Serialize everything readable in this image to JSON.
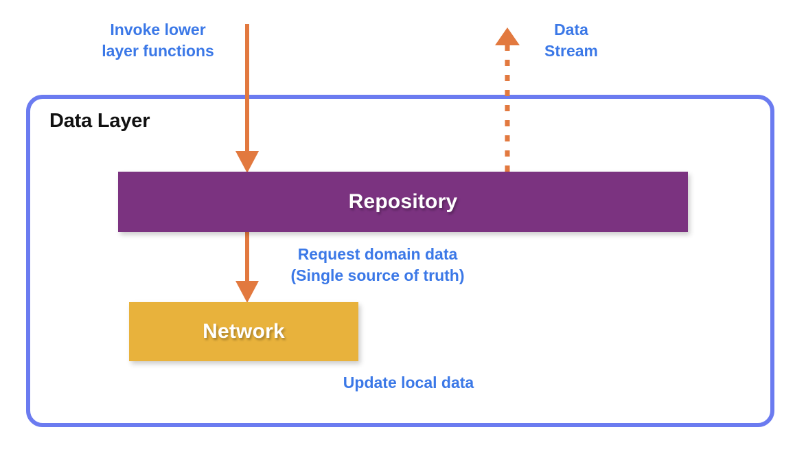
{
  "diagram": {
    "title": "Data Layer",
    "container": {
      "label": "Data Layer",
      "border_color": "#6b7bf0"
    },
    "boxes": [
      {
        "name": "repository",
        "label": "Repository",
        "color": "#7b3380",
        "text_color": "#ffffff"
      },
      {
        "name": "network",
        "label": "Network",
        "color": "#e8b23c",
        "text_color": "#ffffff"
      }
    ],
    "labels": {
      "invoke": "Invoke lower\nlayer functions",
      "data_stream": "Data\nStream",
      "request_domain": "Request domain data\n(Single source of truth)",
      "update_local": "Update local data",
      "color": "#3b78e7"
    },
    "arrows": [
      {
        "name": "invoke-arrow",
        "style": "solid",
        "direction": "down",
        "color": "#e2793f",
        "from": "outside-top",
        "to": "repository"
      },
      {
        "name": "data-stream-arrow",
        "style": "dashed",
        "direction": "up",
        "color": "#e2793f",
        "from": "repository",
        "to": "outside-top"
      },
      {
        "name": "request-domain-arrow",
        "style": "solid",
        "direction": "down",
        "color": "#e2793f",
        "from": "repository",
        "to": "network"
      }
    ]
  }
}
